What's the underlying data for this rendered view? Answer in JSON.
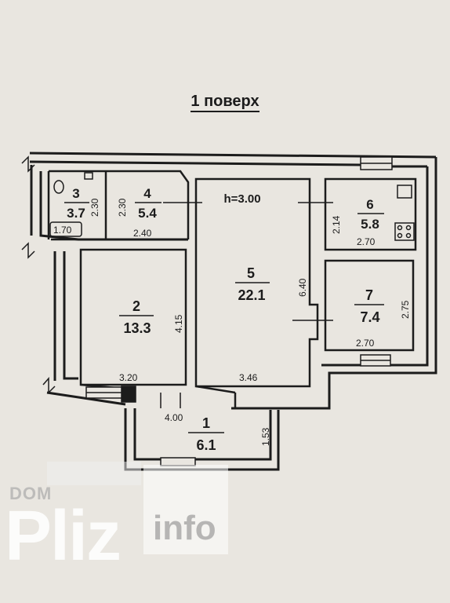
{
  "title": "1 поверх",
  "ceiling_height": "h=3.00",
  "rooms": [
    {
      "id": "1",
      "number": "1",
      "area": "6.1"
    },
    {
      "id": "2",
      "number": "2",
      "area": "13.3"
    },
    {
      "id": "3",
      "number": "3",
      "area": "3.7"
    },
    {
      "id": "4",
      "number": "4",
      "area": "5.4"
    },
    {
      "id": "5",
      "number": "5",
      "area": "22.1"
    },
    {
      "id": "6",
      "number": "6",
      "area": "5.8"
    },
    {
      "id": "7",
      "number": "7",
      "area": "7.4"
    }
  ],
  "dimensions": {
    "d_r3_height": "2.30",
    "d_r4_height": "2.30",
    "d_bath": "1.70",
    "d_r4_width": "2.40",
    "d_r6_height": "2.14",
    "d_r6_width": "2.70",
    "d_r5_height": "6.40",
    "d_r7_height": "2.75",
    "d_r7_width": "2.70",
    "d_r2_height": "4.15",
    "d_r2_width": "3.20",
    "d_r5_width": "3.46",
    "d_r1_width": "4.00",
    "d_r1_height": "1.53"
  },
  "watermark": {
    "dom": "DOM",
    "pliz": "Pliz",
    "info": "info"
  }
}
